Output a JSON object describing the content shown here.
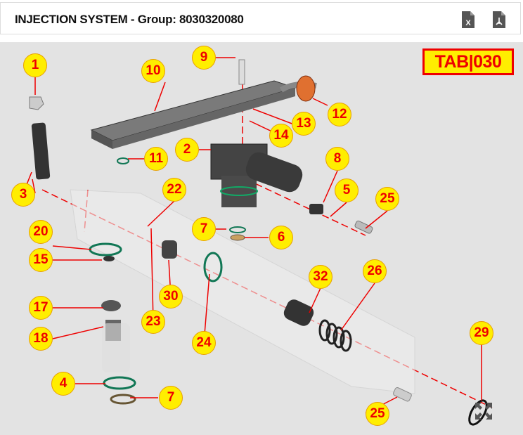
{
  "header": {
    "title": "INJECTION SYSTEM - Group: 8030320080",
    "export_excel": "excel-icon",
    "export_pdf": "pdf-icon"
  },
  "diagram": {
    "tab_label": "TAB|030",
    "callouts": [
      "1",
      "10",
      "9",
      "12",
      "13",
      "14",
      "2",
      "11",
      "8",
      "3",
      "22",
      "5",
      "25",
      "7",
      "6",
      "20",
      "15",
      "32",
      "26",
      "30",
      "23",
      "17",
      "24",
      "18",
      "29",
      "4",
      "7",
      "25"
    ],
    "colors": {
      "callout_fill": "#ffee00",
      "callout_text": "#ee0000",
      "leader": "#ee0000",
      "background": "#e3e3e3"
    }
  }
}
